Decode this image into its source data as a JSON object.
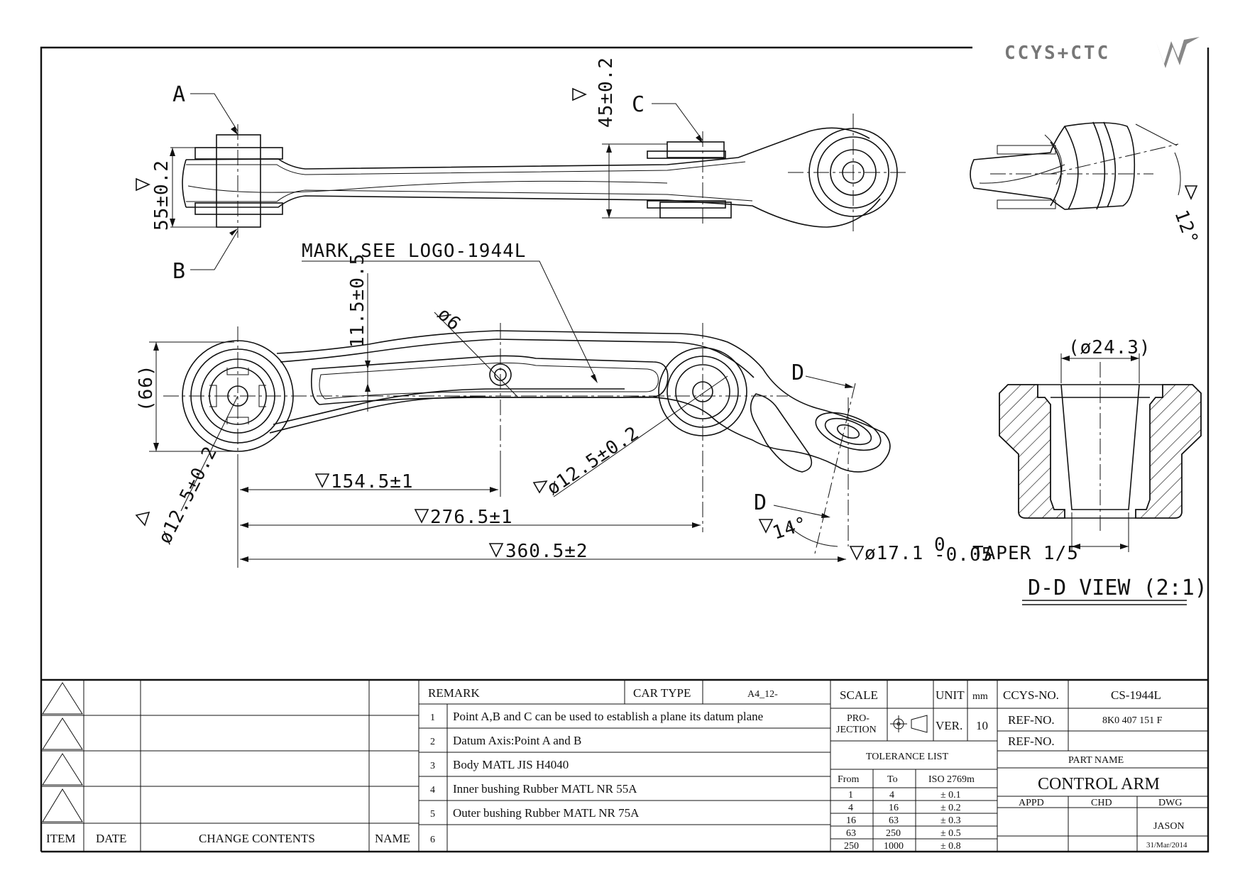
{
  "logo": {
    "text": "CCYS+CTC",
    "icon": "brand-wing-logo"
  },
  "mark_note": "MARK SEE LOGO-1944L",
  "datum_labels": {
    "a": "A",
    "b": "B",
    "c": "C",
    "d1": "D",
    "d2": "D"
  },
  "dimensions": {
    "height_55": "55±0.2",
    "height_45": "45±0.2",
    "angle_12": "12°",
    "thick_11_5": "11.5±0.5",
    "width_66": "(66)",
    "hole_6": "ø6",
    "bore_left": "ø12.5±0.2",
    "bore_mid": "ø12.5±0.2",
    "len_154": "154.5±1",
    "len_276": "276.5±1",
    "len_360": "360.5±2",
    "angle_14": "14°",
    "taper_prefix": "ø17.1",
    "taper_upper": "0",
    "taper_lower": "-0.05",
    "taper_suffix": "TAPER 1/5",
    "dd_dia": "(ø24.3)"
  },
  "section_view_label": "D-D VIEW (2:1)",
  "revision_table": {
    "headers": {
      "item": "ITEM",
      "date": "DATE",
      "change": "CHANGE CONTENTS",
      "name": "NAME"
    }
  },
  "remarks": {
    "header": "REMARK",
    "car_type_label": "CAR TYPE",
    "car_type_value": "A4_12-",
    "items": [
      {
        "no": "1",
        "text": "Point A,B and C can be used to establish a plane its datum plane"
      },
      {
        "no": "2",
        "text": "Datum Axis:Point A and B"
      },
      {
        "no": "3",
        "text": "Body MATL JIS H4040"
      },
      {
        "no": "4",
        "text": "Inner bushing Rubber MATL NR 55A"
      },
      {
        "no": "5",
        "text": "Outer bushing Rubber MATL NR 75A"
      },
      {
        "no": "6",
        "text": ""
      }
    ]
  },
  "title_block": {
    "scale_label": "SCALE",
    "unit_label": "UNIT",
    "unit_value": "mm",
    "projection_label_1": "PRO-",
    "projection_label_2": "JECTION",
    "ver_label": "VER.",
    "ver_value": "10",
    "tolerance_title": "TOLERANCE LIST",
    "tolerance_headers": [
      "From",
      "To",
      "ISO 2769m"
    ],
    "tolerance_rows": [
      [
        "1",
        "4",
        "± 0.1"
      ],
      [
        "4",
        "16",
        "± 0.2"
      ],
      [
        "16",
        "63",
        "± 0.3"
      ],
      [
        "63",
        "250",
        "± 0.5"
      ],
      [
        "250",
        "1000",
        "± 0.8"
      ]
    ],
    "ccys_no_label": "CCYS-NO.",
    "ccys_no_value": "CS-1944L",
    "ref_no_label": "REF-NO.",
    "ref_no_value": "8K0 407 151 F",
    "ref_no2_label": "REF-NO.",
    "part_name_label": "PART NAME",
    "part_name_value": "CONTROL ARM",
    "appd_label": "APPD",
    "chd_label": "CHD",
    "dwg_label": "DWG",
    "drawn_by": "JASON",
    "date": "31/Mar/2014"
  }
}
